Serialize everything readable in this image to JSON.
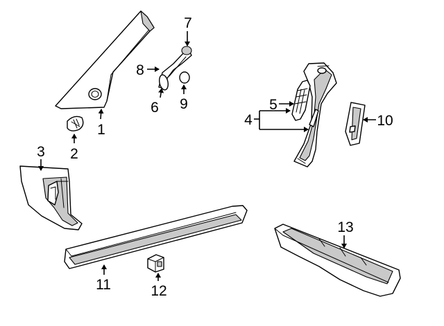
{
  "callouts": [
    {
      "id": "1",
      "text": "1"
    },
    {
      "id": "2",
      "text": "2"
    },
    {
      "id": "3",
      "text": "3"
    },
    {
      "id": "4",
      "text": "4"
    },
    {
      "id": "5",
      "text": "5"
    },
    {
      "id": "6",
      "text": "6"
    },
    {
      "id": "7",
      "text": "7"
    },
    {
      "id": "8",
      "text": "8"
    },
    {
      "id": "9",
      "text": "9"
    },
    {
      "id": "10",
      "text": "10"
    },
    {
      "id": "11",
      "text": "11"
    },
    {
      "id": "12",
      "text": "12"
    },
    {
      "id": "13",
      "text": "13"
    }
  ],
  "colors": {
    "line": "#000000",
    "fill": "#ffffff",
    "shading": "#c9c9c9"
  }
}
